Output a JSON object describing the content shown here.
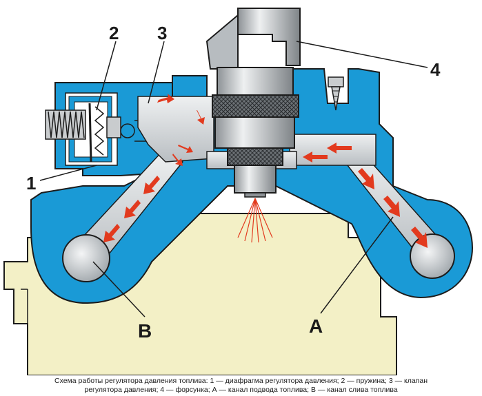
{
  "labels": {
    "one": "1",
    "two": "2",
    "three": "3",
    "four": "4",
    "a": "A",
    "b": "B"
  },
  "caption": {
    "line1": "Схема работы регулятора давления топлива: 1 — диафрагма регулятора давления; 2 — пружина; 3 — клапан",
    "line2": "регулятора давления; 4 — форсунка; А — канал подвода топлива; В — канал слива топлива"
  },
  "colors": {
    "housing": "#1a9ad6",
    "engine_block": "#f3f0c6",
    "outline": "#1c1c1c",
    "fuel_arrow": "#e23a1e",
    "injector_metal": "#c9ccce",
    "fuel_channel": "#d9dde0"
  },
  "icons": [
    "injector",
    "pressure-regulator",
    "spring",
    "fuel-flow-arrow",
    "fuel-spray",
    "screw"
  ]
}
